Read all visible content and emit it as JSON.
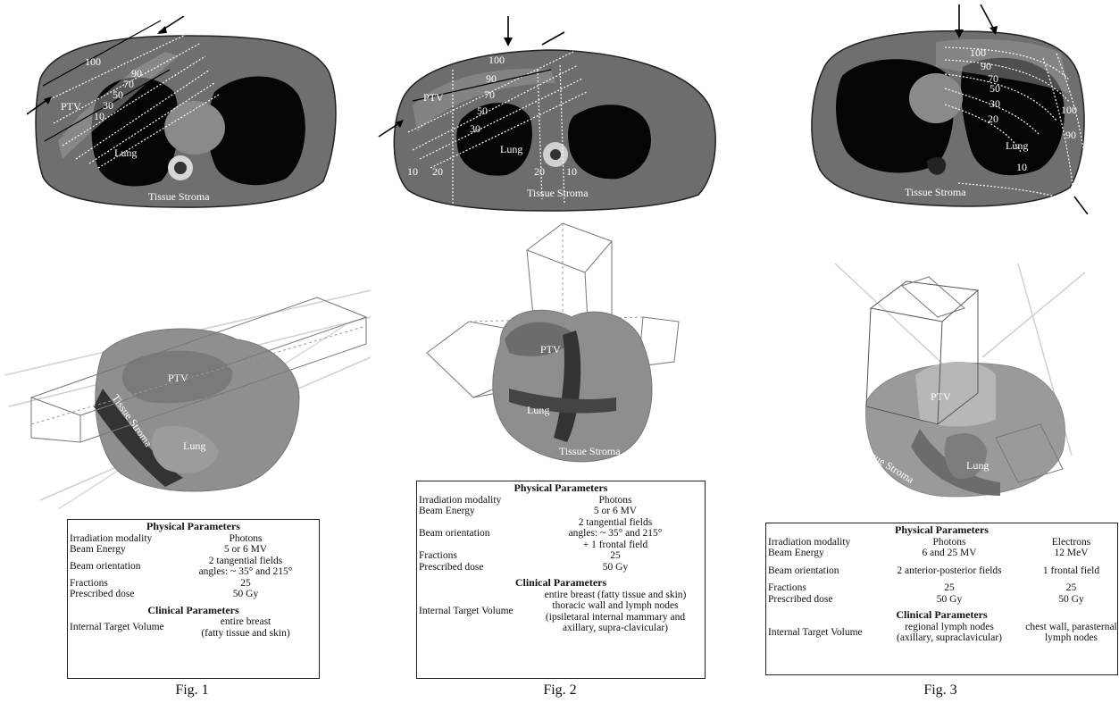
{
  "figures": [
    {
      "caption": "Fig. 1",
      "ct": {
        "labels": {
          "ptv": "PTV",
          "lung": "Lung",
          "stroma": "Tissue Stroma"
        },
        "isodose": [
          "100",
          "90",
          "70",
          "50",
          "30",
          "10"
        ]
      },
      "render": {
        "ptv": "PTV",
        "lung": "Lung",
        "stroma": "Tissue Stroma"
      },
      "table": {
        "physical_title": "Physical Parameters",
        "rows": [
          {
            "key": "Irradiation modality",
            "value": "Photons"
          },
          {
            "key": "Beam Energy",
            "value": "5 or 6 MV"
          },
          {
            "key": "Beam orientation",
            "value_lines": [
              "2 tangential fields",
              "angles: ~ 35° and 215°"
            ]
          },
          {
            "key": "Fractions",
            "value": "25"
          },
          {
            "key": "Prescribed dose",
            "value": "50 Gy"
          }
        ],
        "clinical_title": "Clinical Parameters",
        "clinical_key": "Internal Target Volume",
        "clinical_lines": [
          "entire breast",
          "(fatty tissue and skin)"
        ]
      }
    },
    {
      "caption": "Fig. 2",
      "ct": {
        "labels": {
          "ptv": "PTV",
          "lung": "Lung",
          "stroma": "Tissue Stroma"
        },
        "isodose": [
          "100",
          "90",
          "70",
          "50",
          "30",
          "10",
          "20",
          "20",
          "10"
        ]
      },
      "render": {
        "ptv": "PTV",
        "lung": "Lung",
        "stroma": "Tissue Stroma"
      },
      "table": {
        "physical_title": "Physical Parameters",
        "rows": [
          {
            "key": "Irradiation modality",
            "value": "Photons"
          },
          {
            "key": "Beam Energy",
            "value": "5 or 6 MV"
          },
          {
            "key": "Beam orientation",
            "value_lines": [
              "2 tangential fields",
              "angles: ~ 35° and 215°",
              "+ 1 frontal field"
            ]
          },
          {
            "key": "Fractions",
            "value": "25"
          },
          {
            "key": "Prescribed dose",
            "value": "50 Gy"
          }
        ],
        "clinical_title": "Clinical Parameters",
        "clinical_key": "Internal Target Volume",
        "clinical_lines": [
          "entire breast (fatty tissue and skin)",
          "thoracic wall and lymph nodes",
          "(ipsiletaral internal mammary and",
          "axillary, supra-clavicular)"
        ]
      }
    },
    {
      "caption": "Fig. 3",
      "ct": {
        "labels": {
          "lung": "Lung",
          "stroma": "Tissue Stroma"
        },
        "isodose": [
          "100",
          "90",
          "70",
          "50",
          "30",
          "20",
          "100",
          "90",
          "10"
        ]
      },
      "render": {
        "ptv": "PTV",
        "lung": "Lung",
        "stroma": "Tissue Stroma"
      },
      "table": {
        "physical_title": "Physical Parameters",
        "rows": [
          {
            "key": "Irradiation modality",
            "v1": "Photons",
            "v2": "Electrons"
          },
          {
            "key": "Beam Energy",
            "v1": "6 and 25 MV",
            "v2": "12 MeV"
          },
          {
            "key": "Beam orientation",
            "v1": "2 anterior-posterior fields",
            "v2": "1 frontal field"
          },
          {
            "key": "Fractions",
            "v1": "25",
            "v2": "25"
          },
          {
            "key": "Prescribed dose",
            "v1": "50 Gy",
            "v2": "50 Gy"
          }
        ],
        "clinical_title": "Clinical Parameters",
        "clinical_key": "Internal Target Volume",
        "clinical_v1": [
          "regional lymph nodes",
          "(axillary, supraclavicular)"
        ],
        "clinical_v2": [
          "chest wall, parasternal",
          "lymph nodes"
        ]
      }
    }
  ]
}
